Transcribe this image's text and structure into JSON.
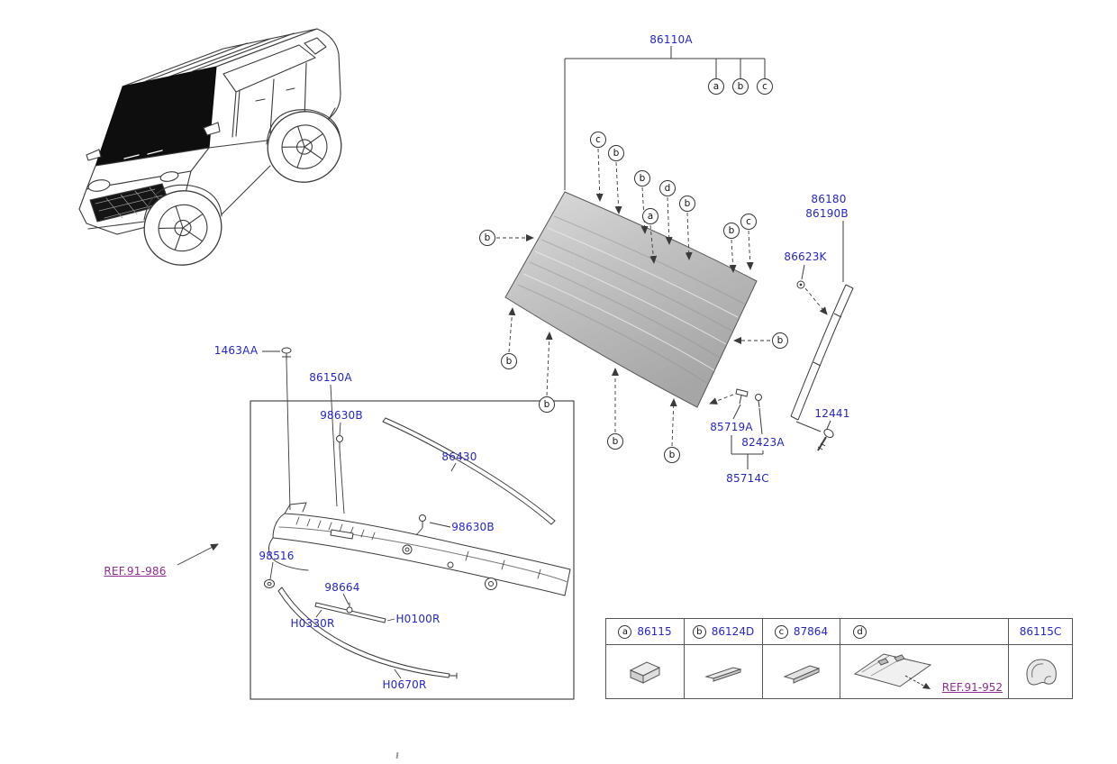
{
  "colors": {
    "part": "#2525c8",
    "ref": "#8f2d92",
    "line": "#3a3a3a"
  },
  "parts": {
    "glass": "86110A",
    "molding": "86180",
    "molding2": "86190B",
    "molding_clip": "86623K",
    "bolt": "12441",
    "clip1": "85719A",
    "clip2": "82423A",
    "clip_assy": "85714C",
    "pin": "1463AA",
    "cowl": "86150A",
    "clip_a": "98630B",
    "weatherstrip": "86430",
    "clip_b": "98630B",
    "grommet": "98516",
    "rod_clip": "98664",
    "rod": "H0330R",
    "bracket": "H0100R",
    "hose": "H0670R"
  },
  "refs": {
    "r986": "REF.91-986",
    "r952": "REF.91-952"
  },
  "callouts": [
    "a",
    "b",
    "c",
    "c",
    "b",
    "b",
    "d",
    "b",
    "a",
    "c",
    "b",
    "b",
    "b",
    "b",
    "b",
    "b",
    "b"
  ],
  "legend": [
    {
      "key": "a",
      "part": "86115"
    },
    {
      "key": "b",
      "part": "86124D"
    },
    {
      "key": "c",
      "part": "87864"
    },
    {
      "key": "d",
      "part": ""
    },
    {
      "key": "",
      "part": "86115C"
    }
  ]
}
